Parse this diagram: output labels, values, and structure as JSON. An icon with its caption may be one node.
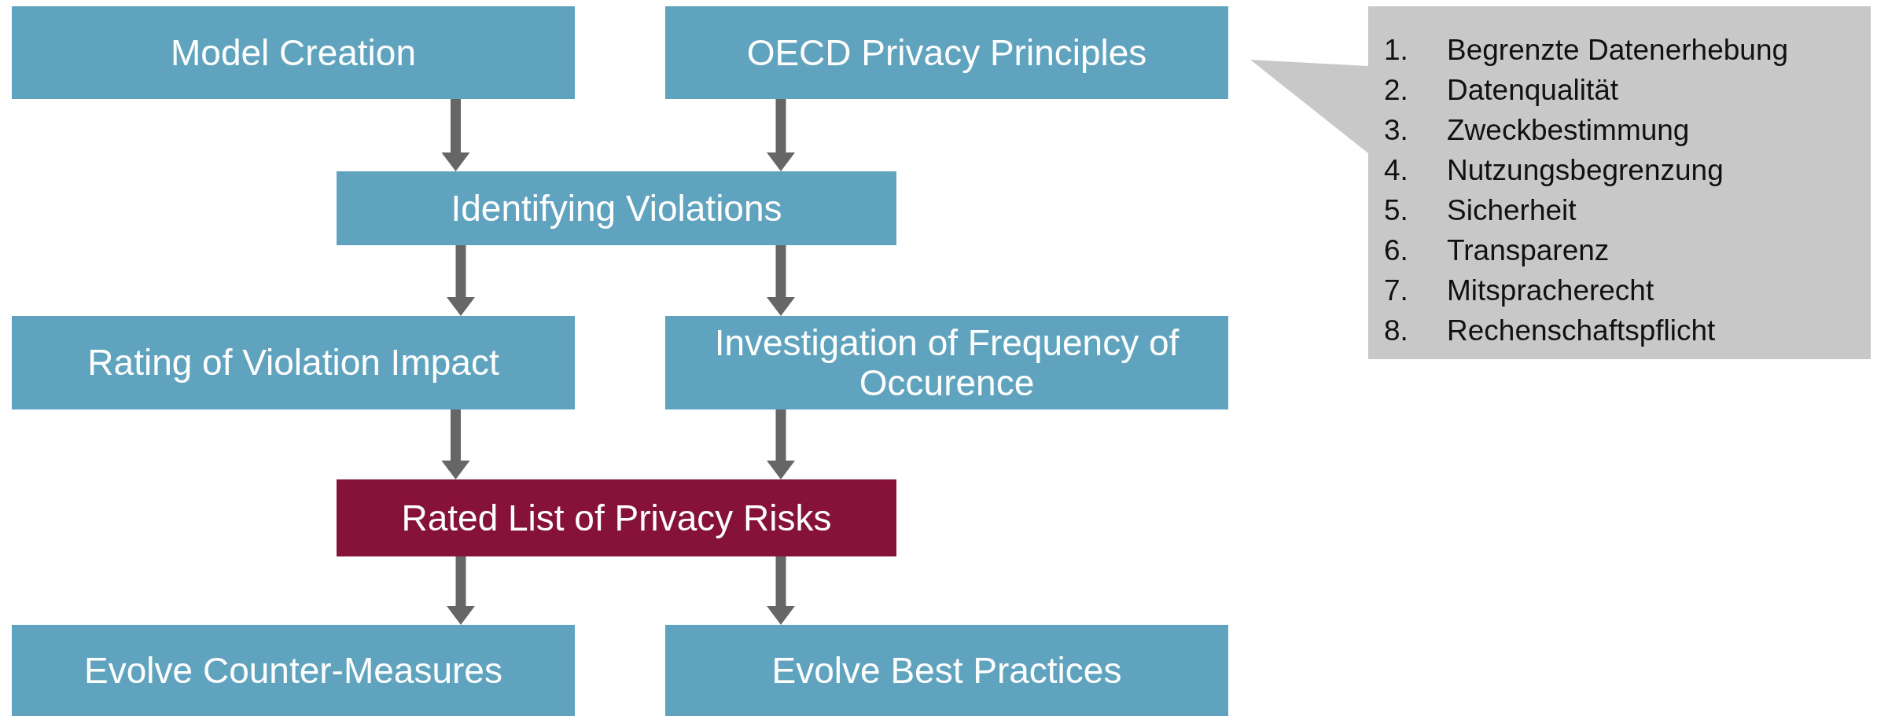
{
  "diagram": {
    "nodes": [
      {
        "text": [
          "Model Creation"
        ]
      },
      {
        "text": [
          "OECD Privacy Principles"
        ]
      },
      {
        "text": [
          "Identifying Violations"
        ]
      },
      {
        "text": [
          "Rating of Violation Impact"
        ]
      },
      {
        "text": [
          "Investigation of Frequency of Occurence"
        ]
      },
      {
        "text": [
          "Rated List of Privacy Risks"
        ]
      },
      {
        "text": [
          "Evolve Counter-Measures"
        ]
      },
      {
        "text": [
          "Evolve Best Practices"
        ]
      },
      {
        "text": [
          "1. Begrenzte Datenerhebung",
          "2. Datenqualität",
          "3. Zweckbestimmung",
          "4. Nutzungsbegrenzung",
          "5. Sicherheit",
          "6. Transparenz",
          "7. Mitspracherecht",
          "8. Rechenschaftspflicht"
        ]
      }
    ],
    "edges": [
      {
        "from": 0,
        "to": 2,
        "arrow": "to"
      },
      {
        "from": 1,
        "to": 2,
        "arrow": "to"
      },
      {
        "from": 2,
        "to": 3,
        "arrow": "to"
      },
      {
        "from": 2,
        "to": 4,
        "arrow": "to"
      },
      {
        "from": 3,
        "to": 5,
        "arrow": "to"
      },
      {
        "from": 4,
        "to": 5,
        "arrow": "to"
      },
      {
        "from": 5,
        "to": 6,
        "arrow": "to"
      },
      {
        "from": 5,
        "to": 7,
        "arrow": "to"
      }
    ]
  }
}
